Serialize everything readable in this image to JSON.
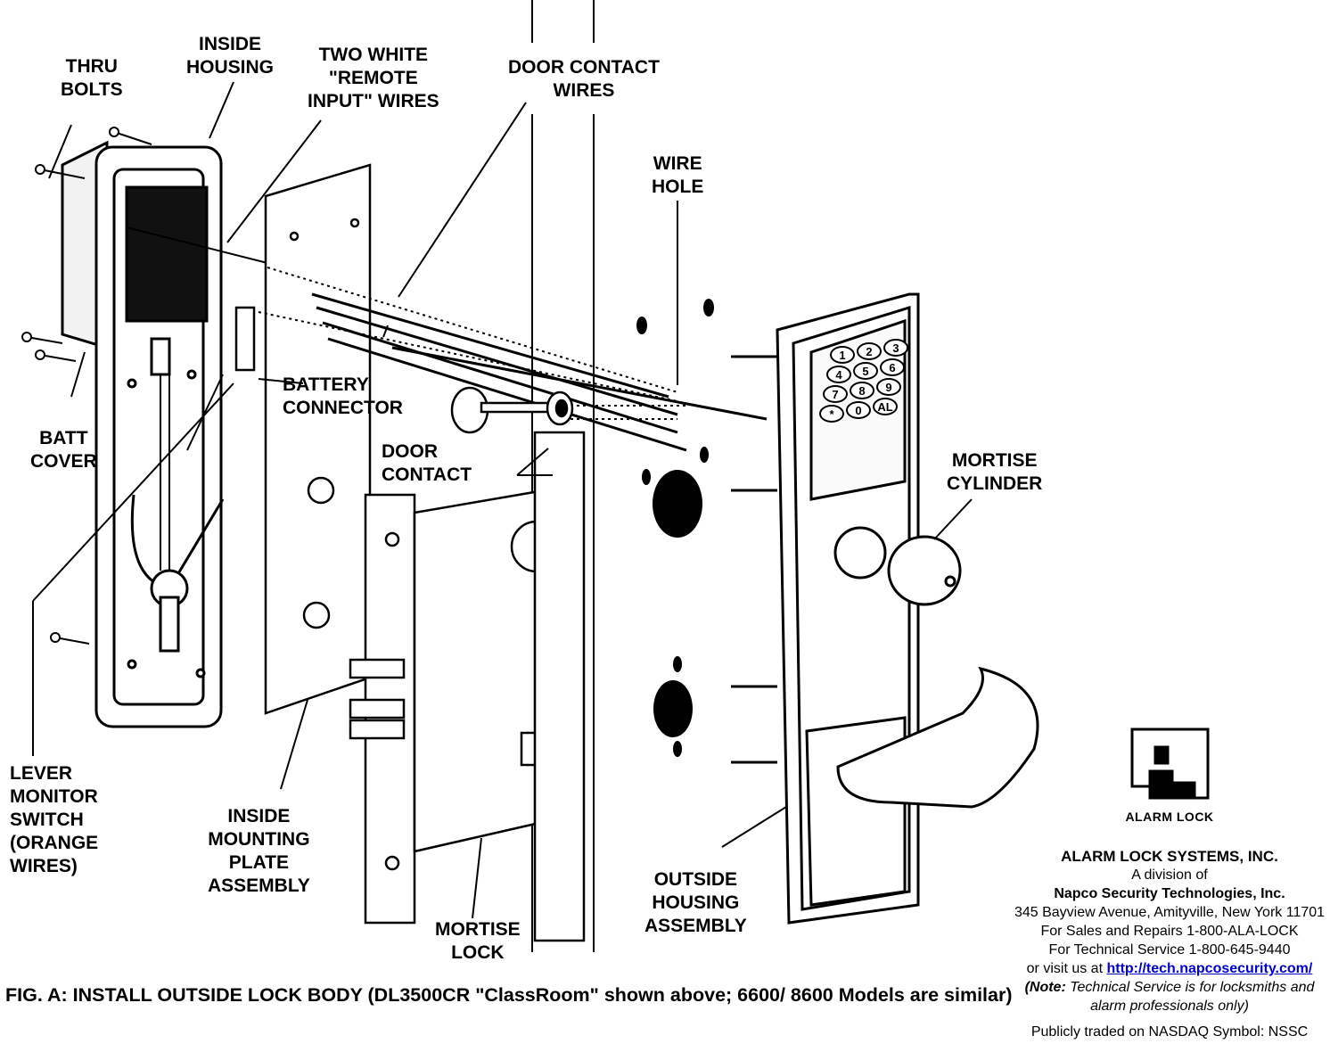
{
  "labels": {
    "thru_bolts": [
      "THRU",
      "BOLTS"
    ],
    "inside_housing": [
      "INSIDE",
      "HOUSING"
    ],
    "remote_input_wires": [
      "TWO WHITE",
      "\"REMOTE",
      "INPUT\" WIRES"
    ],
    "door_contact_wires": [
      "DOOR CONTACT",
      "WIRES"
    ],
    "wire_hole": [
      "WIRE",
      "HOLE"
    ],
    "battery_connector": [
      "BATTERY",
      "CONNECTOR"
    ],
    "batt_cover": [
      "BATT",
      "COVER"
    ],
    "door_contact": [
      "DOOR",
      "CONTACT"
    ],
    "mortise_cylinder": [
      "MORTISE",
      "CYLINDER"
    ],
    "lever_monitor_switch": [
      "LEVER",
      "MONITOR",
      "SWITCH",
      "(ORANGE",
      "WIRES)"
    ],
    "inside_mounting_plate": [
      "INSIDE",
      "MOUNTING",
      "PLATE",
      "ASSEMBLY"
    ],
    "mortise_lock": [
      "MORTISE",
      "LOCK"
    ],
    "outside_housing": [
      "OUTSIDE",
      "HOUSING",
      "ASSEMBLY"
    ]
  },
  "keypad_keys": [
    "1",
    "2",
    "3",
    "4",
    "5",
    "6",
    "7",
    "8",
    "9",
    "*",
    "0",
    "AL"
  ],
  "caption": "FIG. A:  INSTALL OUTSIDE LOCK BODY (DL3500CR \"ClassRoom\" shown above; 6600/ 8600 Models are similar)",
  "logo": {
    "text": "ALARM LOCK"
  },
  "company": {
    "name": "ALARM LOCK SYSTEMS, INC.",
    "division": "A division of",
    "parent": "Napco Security Technologies, Inc.",
    "address": "345 Bayview Avenue, Amityville, New York 11701",
    "sales": "For Sales and Repairs 1-800-ALA-LOCK",
    "tech": "For Technical Service 1-800-645-9440",
    "visit_prefix": "or visit us at ",
    "url": "http://tech.napcosecurity.com/",
    "note_lead": "(Note:",
    "note_body": "  Technical Service is for locksmiths and alarm professionals only)",
    "traded": "Publicly traded on NASDAQ     Symbol: NSSC"
  }
}
